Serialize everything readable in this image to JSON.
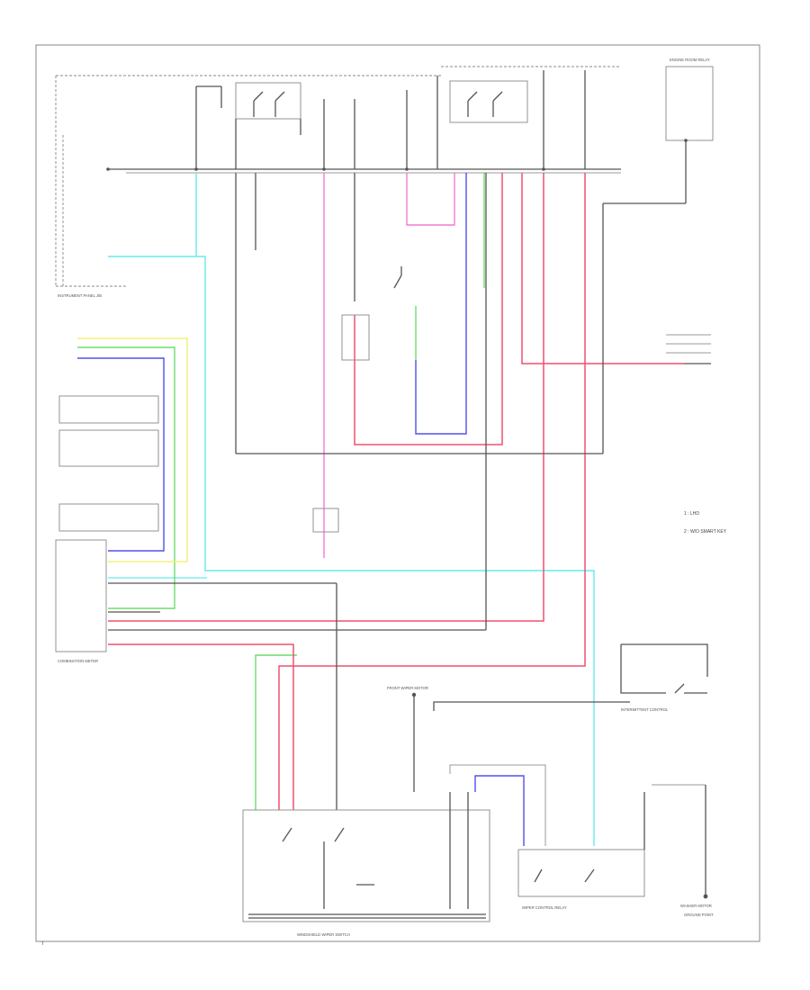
{
  "colors": {
    "pink": "#f07ad8",
    "red": "#f0506e",
    "blue": "#5050ee",
    "green": "#6edc6e",
    "cyan": "#66eaea",
    "yellow": "#f0f07a",
    "black": "#555555",
    "grey": "#9a9a9a"
  },
  "labels": {
    "instrument_panel": "INSTRUMENT PANEL J/B",
    "combination_meter": "COMBINATION METER",
    "front_wiper_motor": "FRONT WIPER MOTOR",
    "windshield_wiper_switch": "WINDSHIELD WIPER SWITCH",
    "washer_motor": "WASHER MOTOR",
    "engine_room_relay": "ENGINE ROOM RELAY",
    "intermittent_control": "INTERMITTENT CONTROL",
    "wiper_control_relay": "WIPER CONTROL RELAY",
    "ground_point": "GROUND POINT",
    "legend_1": "1 : LHD",
    "legend_2": "2 : W/O SMART KEY",
    "corner_tag": "T"
  }
}
